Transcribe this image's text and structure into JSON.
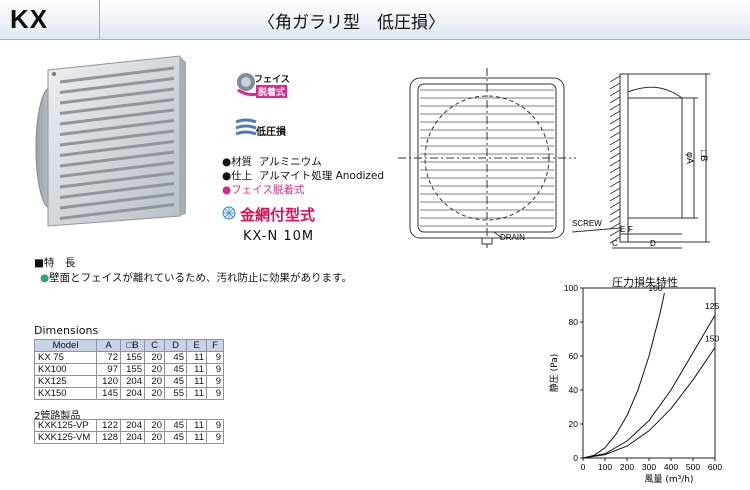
{
  "header": {
    "model": "KX",
    "subtitle": "〈角ガラリ型　低圧損〉"
  },
  "badges": {
    "face_top": "フェイス",
    "face_bottom": "脱着式",
    "low_loss": "低圧損"
  },
  "specs": [
    {
      "bullet": "●",
      "label": "材質",
      "value": "アルミニウム"
    },
    {
      "bullet": "●",
      "label": "仕上",
      "value": "アルマイト処理 Anodized"
    }
  ],
  "spec_pink": "●フェイス脱着式",
  "mesh": {
    "label": "金網付型式",
    "model": "KX-N 10M"
  },
  "drawing": {
    "screw": "SCREW",
    "drain": "DRAIN",
    "phiA": "φA",
    "sqB": "□B",
    "E": "E",
    "F": "F",
    "C": "C",
    "D": "D"
  },
  "features": {
    "title": "■特　長",
    "bullet": "●",
    "text": "壁面とフェイスが離れているため、汚れ防止に効果があります。"
  },
  "dimensions": {
    "title": "Dimensions",
    "headers": [
      "Model",
      "A",
      "□B",
      "C",
      "D",
      "E",
      "F"
    ],
    "rows": [
      [
        "KX  75",
        "72",
        "155",
        "20",
        "45",
        "11",
        "9"
      ],
      [
        "KX100",
        "97",
        "155",
        "20",
        "45",
        "11",
        "9"
      ],
      [
        "KX125",
        "120",
        "204",
        "20",
        "45",
        "11",
        "9"
      ],
      [
        "KX150",
        "145",
        "204",
        "20",
        "55",
        "11",
        "9"
      ]
    ],
    "section2_title": "2管路製品",
    "rows2": [
      [
        "KXK125-VP",
        "122",
        "204",
        "20",
        "45",
        "11",
        "9"
      ],
      [
        "KXK125-VM",
        "128",
        "204",
        "20",
        "45",
        "11",
        "9"
      ]
    ]
  },
  "chart_data": {
    "type": "line",
    "title": "圧力損失特性",
    "xlabel": "風量 (m³/h)",
    "ylabel": "静圧 (Pa)",
    "xlim": [
      0,
      600
    ],
    "ylim": [
      0,
      100
    ],
    "xticks": [
      0,
      100,
      200,
      300,
      400,
      500,
      600
    ],
    "yticks": [
      0,
      20,
      40,
      60,
      80,
      100
    ],
    "series": [
      {
        "name": "100",
        "x": [
          0,
          50,
          100,
          150,
          200,
          250,
          300,
          350,
          370
        ],
        "y": [
          0,
          1.5,
          6,
          14,
          25,
          40,
          60,
          85,
          97
        ]
      },
      {
        "name": "125",
        "x": [
          0,
          100,
          200,
          300,
          400,
          500,
          600
        ],
        "y": [
          0,
          2.5,
          10,
          22,
          40,
          62,
          84
        ]
      },
      {
        "name": "150",
        "x": [
          0,
          100,
          200,
          300,
          400,
          500,
          600
        ],
        "y": [
          0,
          2,
          7,
          16,
          29,
          46,
          65
        ]
      }
    ],
    "grid": false
  }
}
